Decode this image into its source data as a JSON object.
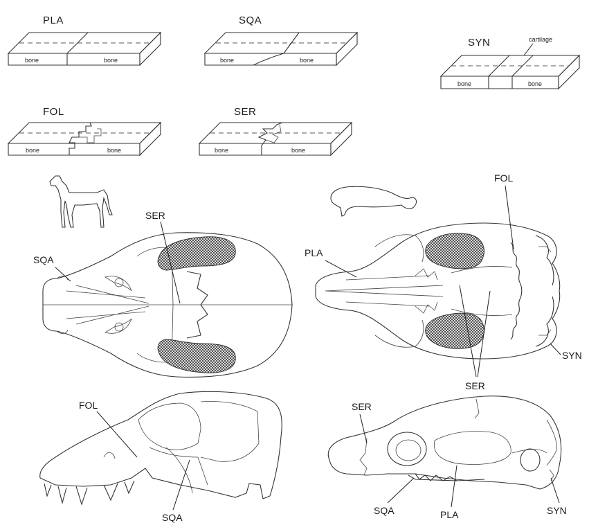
{
  "blocks": {
    "pla": {
      "title": "PLA",
      "label_left": "bone",
      "label_right": "bone"
    },
    "sqa": {
      "title": "SQA",
      "label_left": "bone",
      "label_right": "bone"
    },
    "syn": {
      "title": "SYN",
      "label_left": "bone",
      "label_right": "bone",
      "label_top": "cartilage"
    },
    "fol": {
      "title": "FOL",
      "label_left": "bone",
      "label_right": "bone"
    },
    "ser": {
      "title": "SER",
      "label_left": "bone",
      "label_right": "bone"
    }
  },
  "callouts": {
    "dog_dorsal_ser": "SER",
    "dog_dorsal_sqa": "SQA",
    "manatee_dorsal_pla": "PLA",
    "manatee_dorsal_fol": "FOL",
    "manatee_dorsal_syn": "SYN",
    "manatee_dorsal_ser": "SER",
    "dog_lateral_fol": "FOL",
    "dog_lateral_sqa": "SQA",
    "manatee_lateral_ser": "SER",
    "manatee_lateral_sqa": "SQA",
    "manatee_lateral_pla": "PLA",
    "manatee_lateral_syn": "SYN"
  },
  "colors": {
    "line": "#333333",
    "hatch": "#555555",
    "background": "#ffffff"
  }
}
